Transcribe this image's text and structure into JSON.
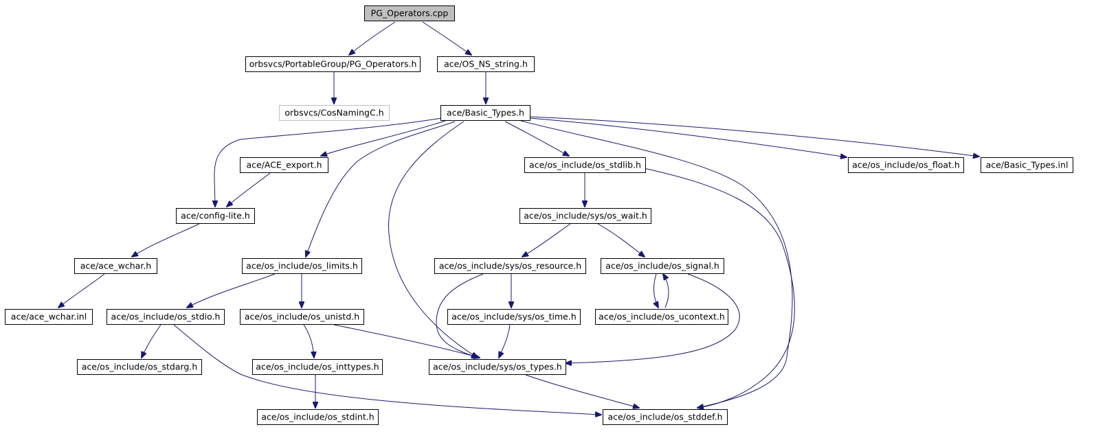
{
  "graph": {
    "root": "PG_Operators.cpp",
    "nodes": [
      {
        "id": "root",
        "label": "PG_Operators.cpp",
        "kind": "root"
      },
      {
        "id": "pgops",
        "label": "orbsvcs/PortableGroup/PG_Operators.h",
        "kind": "normal"
      },
      {
        "id": "osns",
        "label": "ace/OS_NS_string.h",
        "kind": "normal"
      },
      {
        "id": "cosnaming",
        "label": "orbsvcs/CosNamingC.h",
        "kind": "missing"
      },
      {
        "id": "basic",
        "label": "ace/Basic_Types.h",
        "kind": "normal"
      },
      {
        "id": "aceexport",
        "label": "ace/ACE_export.h",
        "kind": "normal"
      },
      {
        "id": "stdlib",
        "label": "ace/os_include/os_stdlib.h",
        "kind": "normal"
      },
      {
        "id": "float",
        "label": "ace/os_include/os_float.h",
        "kind": "normal"
      },
      {
        "id": "basicinl",
        "label": "ace/Basic_Types.inl",
        "kind": "normal"
      },
      {
        "id": "configlite",
        "label": "ace/config-lite.h",
        "kind": "normal"
      },
      {
        "id": "oswait",
        "label": "ace/os_include/sys/os_wait.h",
        "kind": "normal"
      },
      {
        "id": "wchar",
        "label": "ace/ace_wchar.h",
        "kind": "normal"
      },
      {
        "id": "limits",
        "label": "ace/os_include/os_limits.h",
        "kind": "normal"
      },
      {
        "id": "resource",
        "label": "ace/os_include/sys/os_resource.h",
        "kind": "normal"
      },
      {
        "id": "signal",
        "label": "ace/os_include/os_signal.h",
        "kind": "normal"
      },
      {
        "id": "wcharinl",
        "label": "ace/ace_wchar.inl",
        "kind": "normal"
      },
      {
        "id": "stdio",
        "label": "ace/os_include/os_stdio.h",
        "kind": "normal"
      },
      {
        "id": "unistd",
        "label": "ace/os_include/os_unistd.h",
        "kind": "normal"
      },
      {
        "id": "ostime",
        "label": "ace/os_include/sys/os_time.h",
        "kind": "normal"
      },
      {
        "id": "ucontext",
        "label": "ace/os_include/os_ucontext.h",
        "kind": "normal"
      },
      {
        "id": "stdarg",
        "label": "ace/os_include/os_stdarg.h",
        "kind": "normal"
      },
      {
        "id": "inttypes",
        "label": "ace/os_include/os_inttypes.h",
        "kind": "normal"
      },
      {
        "id": "types",
        "label": "ace/os_include/sys/os_types.h",
        "kind": "normal"
      },
      {
        "id": "stdint",
        "label": "ace/os_include/os_stdint.h",
        "kind": "normal"
      },
      {
        "id": "stddef",
        "label": "ace/os_include/os_stddef.h",
        "kind": "normal"
      }
    ],
    "edges": [
      {
        "from": "root",
        "to": "pgops"
      },
      {
        "from": "root",
        "to": "osns"
      },
      {
        "from": "pgops",
        "to": "cosnaming"
      },
      {
        "from": "osns",
        "to": "basic"
      },
      {
        "from": "basic",
        "to": "configlite"
      },
      {
        "from": "basic",
        "to": "aceexport"
      },
      {
        "from": "basic",
        "to": "limits"
      },
      {
        "from": "basic",
        "to": "types"
      },
      {
        "from": "basic",
        "to": "stdlib"
      },
      {
        "from": "basic",
        "to": "stddef"
      },
      {
        "from": "basic",
        "to": "float"
      },
      {
        "from": "basic",
        "to": "basicinl"
      },
      {
        "from": "aceexport",
        "to": "configlite"
      },
      {
        "from": "stdlib",
        "to": "oswait"
      },
      {
        "from": "stdlib",
        "to": "stddef"
      },
      {
        "from": "configlite",
        "to": "wchar"
      },
      {
        "from": "wchar",
        "to": "wcharinl"
      },
      {
        "from": "oswait",
        "to": "resource"
      },
      {
        "from": "oswait",
        "to": "signal"
      },
      {
        "from": "limits",
        "to": "stdio"
      },
      {
        "from": "limits",
        "to": "unistd"
      },
      {
        "from": "resource",
        "to": "ostime"
      },
      {
        "from": "resource",
        "to": "types"
      },
      {
        "from": "signal",
        "to": "ucontext"
      },
      {
        "from": "signal",
        "to": "types"
      },
      {
        "from": "ucontext",
        "to": "signal"
      },
      {
        "from": "stdio",
        "to": "stdarg"
      },
      {
        "from": "stdio",
        "to": "stddef"
      },
      {
        "from": "unistd",
        "to": "inttypes"
      },
      {
        "from": "unistd",
        "to": "types"
      },
      {
        "from": "ostime",
        "to": "types"
      },
      {
        "from": "inttypes",
        "to": "stdint"
      },
      {
        "from": "types",
        "to": "stddef"
      }
    ]
  },
  "colors": {
    "edge": "#191970",
    "node_border": "#000000",
    "node_fill": "#ffffff",
    "root_fill": "#bfbfbf",
    "missing_border": "#bfbfbf"
  }
}
